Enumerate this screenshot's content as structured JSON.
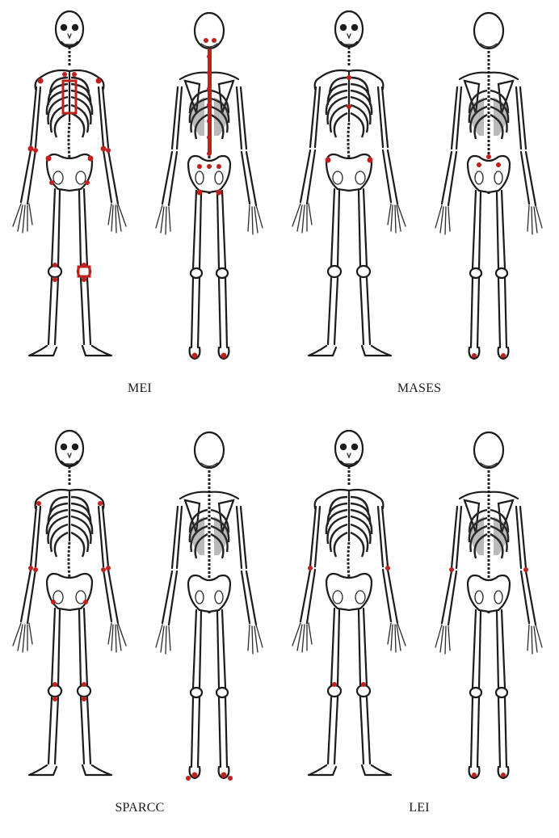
{
  "captions": {
    "mei": "MEI",
    "mases": "MASES",
    "sparcc": "SPARCC",
    "lei": "LEI"
  },
  "colors": {
    "enthesis_marker": "#c0201e",
    "bone_outline": "#1b1b1b",
    "background": "#ffffff"
  },
  "marker_sites": {
    "mei": {
      "front": [
        "acromioclavicular",
        "sternoclavicular",
        "costochondral 1-7",
        "lateral epicondyle",
        "medial epicondyle",
        "iliac crest",
        "anterior superior iliac spine",
        "greater trochanter",
        "quadriceps insertion",
        "patellar ligament",
        "tibial tuberosity"
      ],
      "back": [
        "occipital",
        "spinous processes C1-L5",
        "posterior superior iliac spine",
        "ischial tuberosity",
        "achilles insertion"
      ]
    },
    "mases": {
      "front": [
        "1st costochondral",
        "7th costochondral",
        "anterior superior iliac spine",
        "iliac crest"
      ],
      "back": [
        "5th lumbar spinous process",
        "posterior superior iliac spine",
        "achilles insertion"
      ]
    },
    "sparcc": {
      "front": [
        "supraspinatus insertion",
        "medial epicondyle",
        "lateral epicondyle",
        "greater trochanter",
        "quadriceps insertion",
        "patellar ligament"
      ],
      "back": [
        "achilles insertion",
        "plantar fascia"
      ]
    },
    "lei": {
      "front": [
        "lateral epicondyle",
        "medial femoral condyle"
      ],
      "back": [
        "lateral epicondyle",
        "achilles insertion"
      ]
    }
  }
}
